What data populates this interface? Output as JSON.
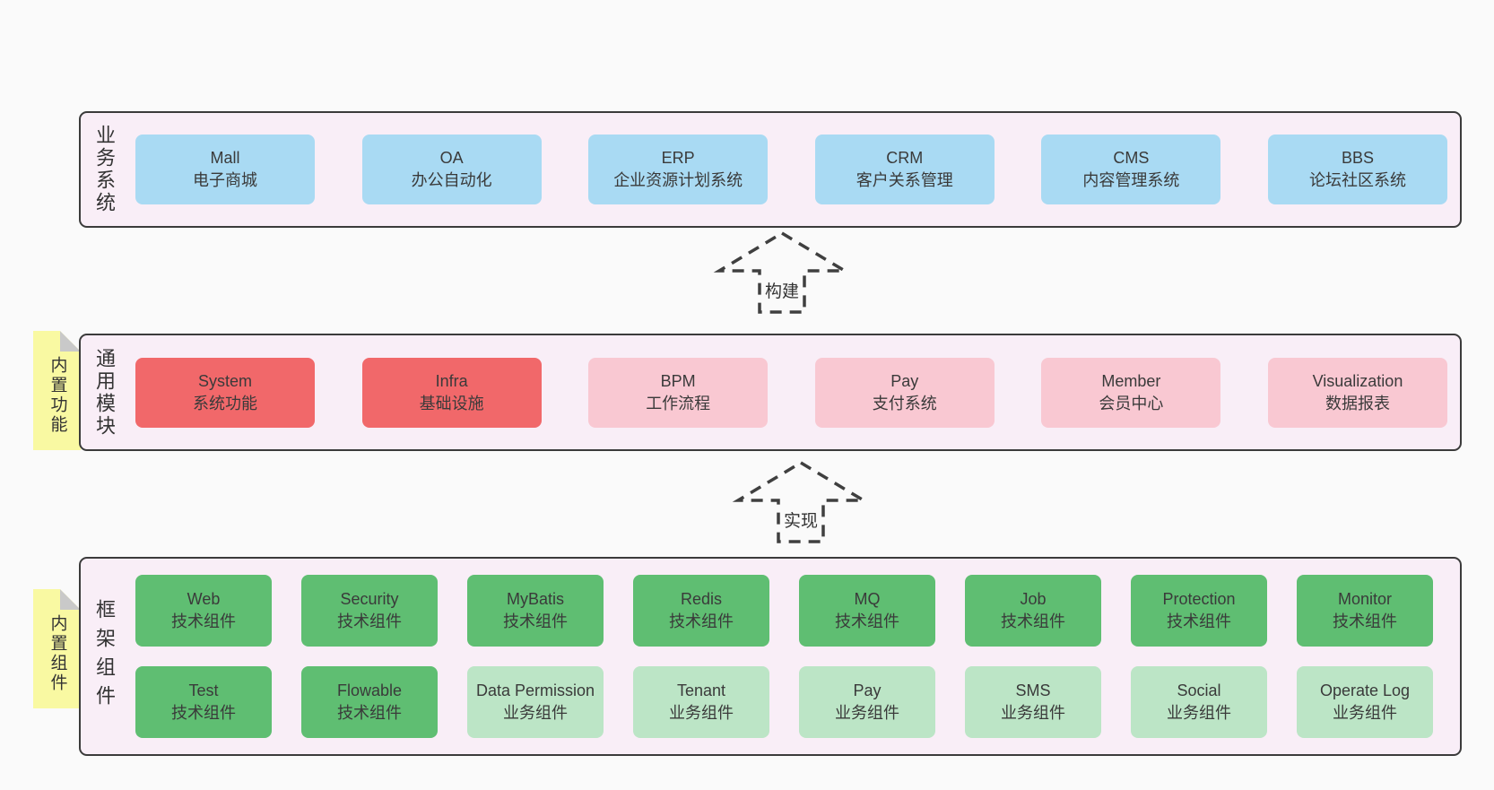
{
  "colors": {
    "page_bg": "#fafafa",
    "panel_bg": "#f9eef7",
    "panel_border": "#3b3b3b",
    "blue": "#a9daf3",
    "red": "#f1686a",
    "pink": "#f9c8d2",
    "green": "#5fbe72",
    "light_green": "#bce5c6",
    "yellow": "#f9f9a2",
    "fold_gray": "#c9c9c9",
    "arrow_stroke": "#3f3f3f",
    "text": "#3a3a3a"
  },
  "arrows": [
    {
      "label": "构建"
    },
    {
      "label": "实现"
    }
  ],
  "sections": [
    {
      "label": "业务系统",
      "note": null,
      "rows": [
        [
          {
            "name": "Mall",
            "desc": "电子商城",
            "color": "blue"
          },
          {
            "name": "OA",
            "desc": "办公自动化",
            "color": "blue"
          },
          {
            "name": "ERP",
            "desc": "企业资源计划系统",
            "color": "blue"
          },
          {
            "name": "CRM",
            "desc": "客户关系管理",
            "color": "blue"
          },
          {
            "name": "CMS",
            "desc": "内容管理系统",
            "color": "blue"
          },
          {
            "name": "BBS",
            "desc": "论坛社区系统",
            "color": "blue"
          }
        ]
      ]
    },
    {
      "label": "通用模块",
      "note": "内置功能",
      "rows": [
        [
          {
            "name": "System",
            "desc": "系统功能",
            "color": "red"
          },
          {
            "name": "Infra",
            "desc": "基础设施",
            "color": "red"
          },
          {
            "name": "BPM",
            "desc": "工作流程",
            "color": "pink"
          },
          {
            "name": "Pay",
            "desc": "支付系统",
            "color": "pink"
          },
          {
            "name": "Member",
            "desc": "会员中心",
            "color": "pink"
          },
          {
            "name": "Visualization",
            "desc": "数据报表",
            "color": "pink"
          }
        ]
      ]
    },
    {
      "label": "框架组件",
      "note": "内置组件",
      "rows": [
        [
          {
            "name": "Web",
            "desc": "技术组件",
            "color": "green"
          },
          {
            "name": "Security",
            "desc": "技术组件",
            "color": "green"
          },
          {
            "name": "MyBatis",
            "desc": "技术组件",
            "color": "green"
          },
          {
            "name": "Redis",
            "desc": "技术组件",
            "color": "green"
          },
          {
            "name": "MQ",
            "desc": "技术组件",
            "color": "green"
          },
          {
            "name": "Job",
            "desc": "技术组件",
            "color": "green"
          },
          {
            "name": "Protection",
            "desc": "技术组件",
            "color": "green"
          },
          {
            "name": "Monitor",
            "desc": "技术组件",
            "color": "green"
          }
        ],
        [
          {
            "name": "Test",
            "desc": "技术组件",
            "color": "green"
          },
          {
            "name": "Flowable",
            "desc": "技术组件",
            "color": "green"
          },
          {
            "name": "Data Permission",
            "desc": "业务组件",
            "color": "light_green"
          },
          {
            "name": "Tenant",
            "desc": "业务组件",
            "color": "light_green"
          },
          {
            "name": "Pay",
            "desc": "业务组件",
            "color": "light_green"
          },
          {
            "name": "SMS",
            "desc": "业务组件",
            "color": "light_green"
          },
          {
            "name": "Social",
            "desc": "业务组件",
            "color": "light_green"
          },
          {
            "name": "Operate Log",
            "desc": "业务组件",
            "color": "light_green"
          }
        ]
      ]
    }
  ]
}
